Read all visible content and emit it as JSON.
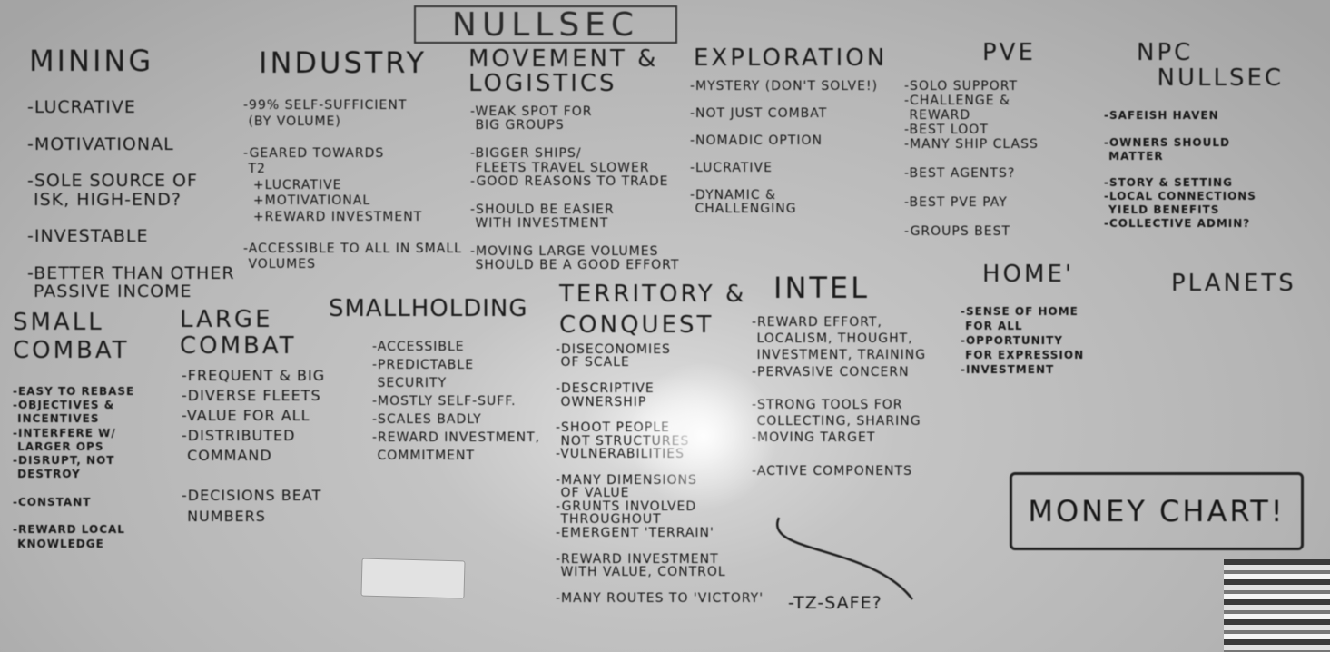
{
  "title": "NULLSEC",
  "sections": {
    "mining": {
      "heading": "MINING",
      "lines": "-LUCRATIVE\n\n-MOTIVATIONAL\n\n-SOLE SOURCE OF\n ISK, HIGH-END?\n\n-INVESTABLE\n\n-BETTER THAN OTHER\n PASSIVE INCOME"
    },
    "industry": {
      "heading": "INDUSTRY",
      "lines": "-99% SELF-SUFFICIENT\n (BY VOLUME)\n\n-GEARED TOWARDS\n T2\n  +LUCRATIVE\n  +MOTIVATIONAL\n  +REWARD INVESTMENT\n\n-ACCESSIBLE TO ALL IN SMALL\n VOLUMES"
    },
    "movement": {
      "heading": "MOVEMENT &\nLOGISTICS",
      "lines": "-WEAK SPOT FOR\n BIG GROUPS\n\n-BIGGER SHIPS/\n FLEETS TRAVEL SLOWER\n-GOOD REASONS TO TRADE\n\n-SHOULD BE EASIER\n WITH INVESTMENT\n\n-MOVING LARGE VOLUMES\n SHOULD BE A GOOD EFFORT"
    },
    "exploration": {
      "heading": "EXPLORATION",
      "lines": "-MYSTERY (DON'T SOLVE!)\n\n-NOT JUST COMBAT\n\n-NOMADIC OPTION\n\n-LUCRATIVE\n\n-DYNAMIC &\n CHALLENGING"
    },
    "pve": {
      "heading": "PVE",
      "lines": "-SOLO SUPPORT\n-CHALLENGE &\n REWARD\n-BEST LOOT\n-MANY SHIP CLASS\n\n-BEST AGENTS?\n\n-BEST PVE PAY\n\n-GROUPS BEST"
    },
    "npc": {
      "heading": "NPC\n  NULLSEC",
      "lines": "-SAFEISH HAVEN\n\n-OWNERS SHOULD\n MATTER\n\n-STORY & SETTING\n-LOCAL CONNECTIONS\n YIELD BENEFITS\n-COLLECTIVE ADMIN?"
    },
    "home": {
      "heading": "HOME'",
      "lines": "-SENSE OF HOME\n FOR ALL\n-OPPORTUNITY\n FOR EXPRESSION\n-INVESTMENT"
    },
    "planets": {
      "heading": "PLANETS"
    },
    "small_combat": {
      "heading": "SMALL\nCOMBAT",
      "lines": "-EASY TO REBASE\n-OBJECTIVES &\n INCENTIVES\n-INTERFERE W/\n LARGER OPS\n-DISRUPT, NOT\n DESTROY\n\n-CONSTANT\n\n-REWARD LOCAL\n KNOWLEDGE"
    },
    "large_combat": {
      "heading": "LARGE\nCOMBAT",
      "lines": "-FREQUENT & BIG\n-DIVERSE FLEETS\n-VALUE FOR ALL\n-DISTRIBUTED\n COMMAND\n\n-DECISIONS BEAT\n NUMBERS"
    },
    "smallholding": {
      "heading": "SMALLHOLDING",
      "lines": "-ACCESSIBLE\n-PREDICTABLE\n SECURITY\n-MOSTLY SELF-SUFF.\n-SCALES BADLY\n-REWARD INVESTMENT,\n COMMITMENT"
    },
    "territory": {
      "heading": "TERRITORY &\nCONQUEST",
      "lines": "-DISECONOMIES\n OF SCALE\n\n-DESCRIPTIVE\n OWNERSHIP\n\n-SHOOT PEOPLE\n NOT STRUCTURES\n-VULNERABILITIES\n\n-MANY DIMENSIONS\n OF VALUE\n-GRUNTS INVOLVED\n THROUGHOUT\n-EMERGENT 'TERRAIN'\n\n-REWARD INVESTMENT\n WITH VALUE, CONTROL\n\n-MANY ROUTES TO 'VICTORY'"
    },
    "intel": {
      "heading": "INTEL",
      "lines": "-REWARD EFFORT,\n LOCALISM, THOUGHT,\n INVESTMENT, TRAINING\n-PERVASIVE CONCERN\n\n-STRONG TOOLS FOR\n COLLECTING, SHARING\n-MOVING TARGET\n\n-ACTIVE COMPONENTS"
    },
    "tz_safe": "-TZ-SAFE?",
    "money_chart": "MONEY CHART!"
  }
}
